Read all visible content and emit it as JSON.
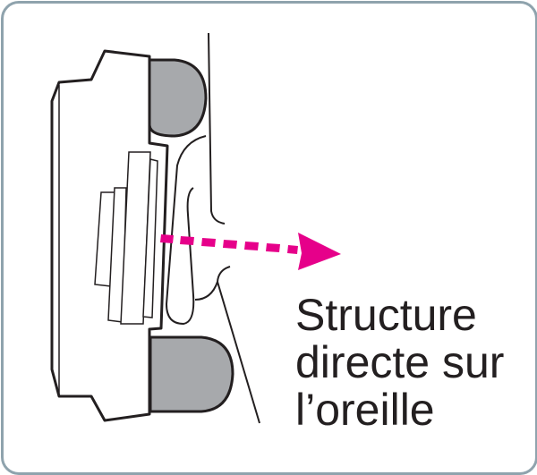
{
  "caption": {
    "lines": [
      "Structure",
      "directe sur",
      "l’oreille"
    ]
  },
  "colors": {
    "arrow": "#e6008a",
    "pad": "#a7a9ac",
    "outline": "#231f20",
    "frame": "#8fa3ad"
  }
}
